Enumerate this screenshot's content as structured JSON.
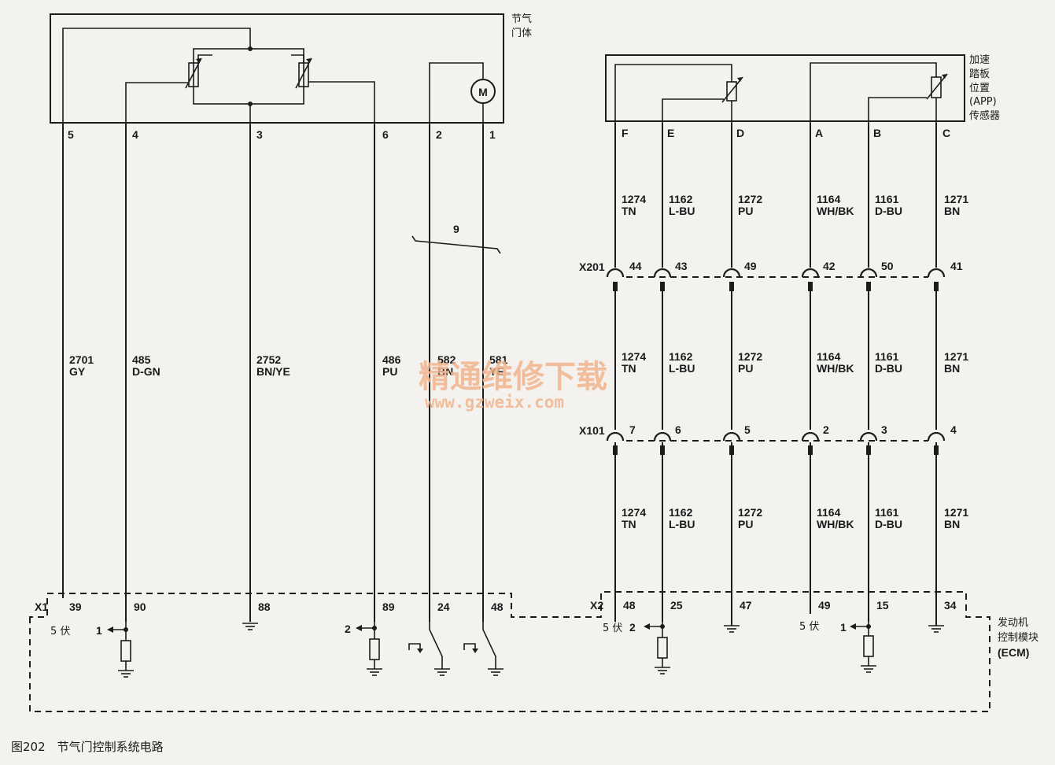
{
  "throttle_body": {
    "label_line1": "节气",
    "label_line2": "门体"
  },
  "app_sensor": {
    "label_line1": "加速",
    "label_line2": "踏板",
    "label_line3": "位置",
    "label_line4": "(APP)",
    "label_line5": "传感器"
  },
  "ecm": {
    "label_line1": "发动机",
    "label_line2": "控制模块",
    "label_line3": "(ECM)"
  },
  "motor_symbol": "M",
  "caption": "图202　节气门控制系统电路",
  "watermark": {
    "line1": "精通维修下载",
    "line2": "www.gzweix.com"
  },
  "connectors": {
    "x1": "X1",
    "x2": "X2",
    "x201": "X201",
    "x101": "X101"
  },
  "harness_label": "9",
  "left_wires": [
    {
      "tb_pin": "5",
      "circuit": "2701",
      "color": "GY",
      "ecm_pin": "39"
    },
    {
      "tb_pin": "4",
      "circuit": "485",
      "color": "D-GN",
      "ecm_pin": "90"
    },
    {
      "tb_pin": "3",
      "circuit": "2752",
      "color": "BN/YE",
      "ecm_pin": "88"
    },
    {
      "tb_pin": "6",
      "circuit": "486",
      "color": "PU",
      "ecm_pin": "89"
    },
    {
      "tb_pin": "2",
      "circuit": "582",
      "color": "BN",
      "ecm_pin": "24"
    },
    {
      "tb_pin": "1",
      "circuit": "581",
      "color": "YE",
      "ecm_pin": "48"
    }
  ],
  "right_wires": [
    {
      "app_pin": "F",
      "circuit": "1274",
      "color": "TN",
      "x201_pin": "44",
      "x101_pin": "7",
      "ecm_pin": "48"
    },
    {
      "app_pin": "E",
      "circuit": "1162",
      "color": "L-BU",
      "x201_pin": "43",
      "x101_pin": "6",
      "ecm_pin": "25"
    },
    {
      "app_pin": "D",
      "circuit": "1272",
      "color": "PU",
      "x201_pin": "49",
      "x101_pin": "5",
      "ecm_pin": "47"
    },
    {
      "app_pin": "A",
      "circuit": "1164",
      "color": "WH/BK",
      "x201_pin": "42",
      "x101_pin": "2",
      "ecm_pin": "49"
    },
    {
      "app_pin": "B",
      "circuit": "1161",
      "color": "D-BU",
      "x201_pin": "50",
      "x101_pin": "3",
      "ecm_pin": "15"
    },
    {
      "app_pin": "C",
      "circuit": "1271",
      "color": "BN",
      "x201_pin": "41",
      "x101_pin": "4",
      "ecm_pin": "34"
    }
  ],
  "ecm_internal": {
    "five_volt_left": "5 伏",
    "five_volt_right_1": "5 伏",
    "five_volt_right_2": "5 伏",
    "marker_1a": "1",
    "marker_2a": "2",
    "marker_2b": "2",
    "marker_1b": "1"
  }
}
